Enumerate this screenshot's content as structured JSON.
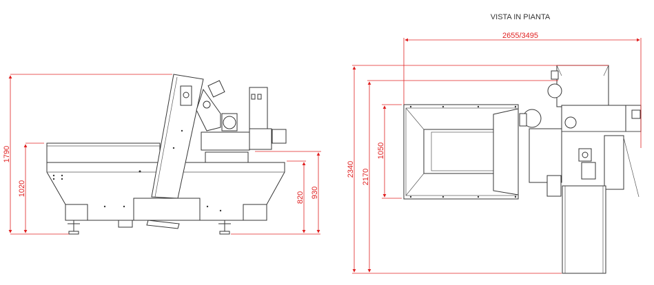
{
  "side_view": {
    "dimensions": {
      "total_height": "1790",
      "bed_height": "1020",
      "outlet_height_high": "930",
      "outlet_height_low": "820"
    }
  },
  "plan_view": {
    "title": "VISTA IN PIANTA",
    "dimensions": {
      "width": "2655/3495",
      "total_depth": "2340",
      "depth": "2170",
      "hopper_depth": "1050"
    }
  },
  "colors": {
    "dimension": "#e02020",
    "drawing": "#333333"
  }
}
